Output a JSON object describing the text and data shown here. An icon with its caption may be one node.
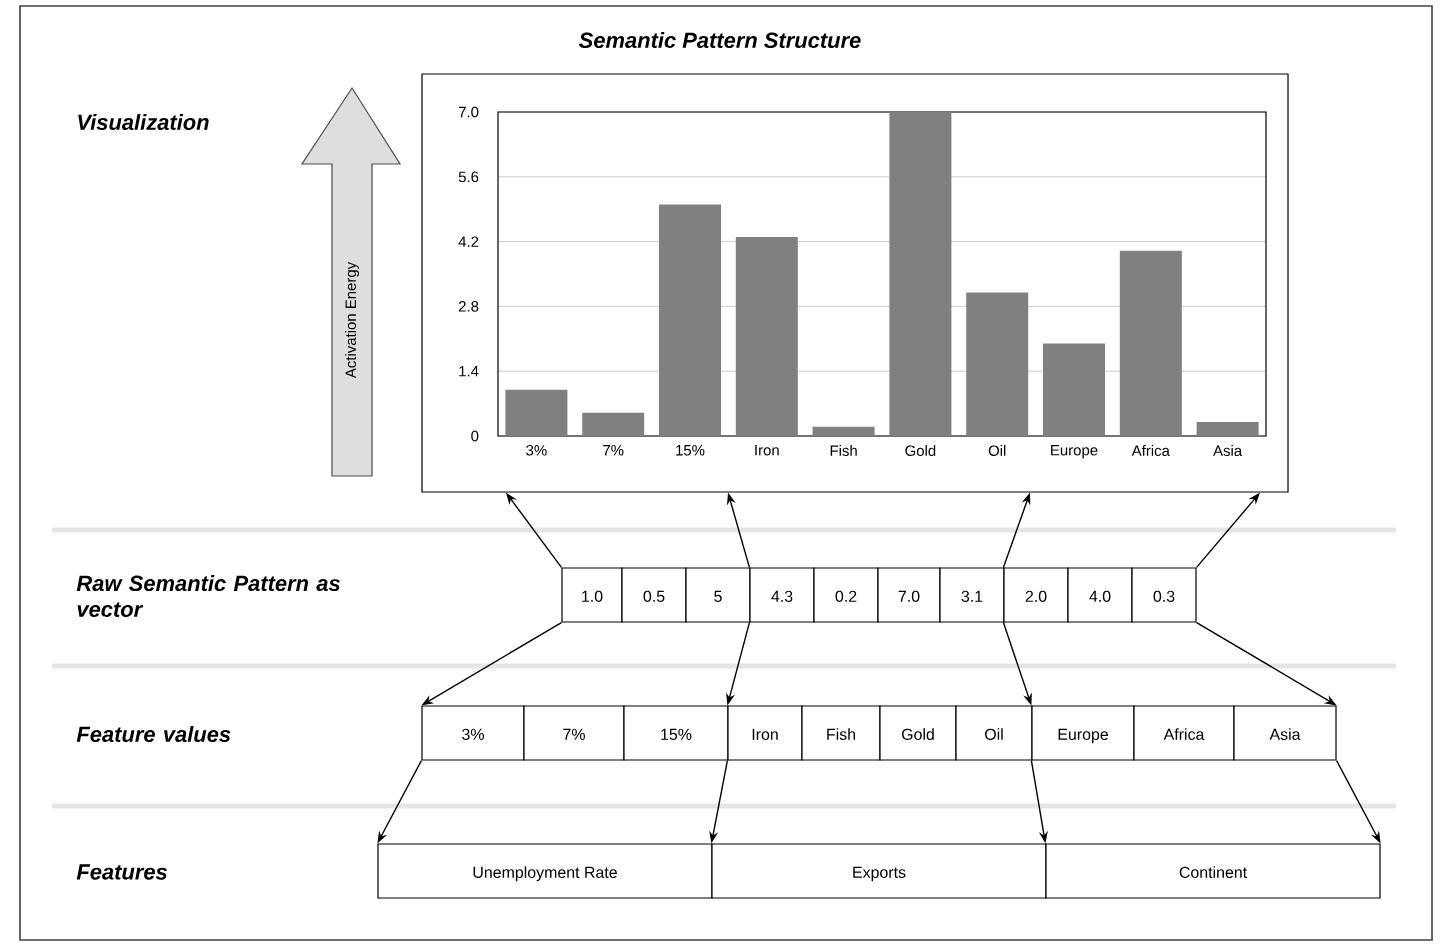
{
  "diagram": {
    "title": "Semantic Pattern Structure",
    "nodes": [
      {
        "text": [],
        "shape": "box"
      },
      {
        "text": [
          "1.0"
        ]
      },
      {
        "text": [
          "0.5"
        ]
      },
      {
        "text": [
          "5"
        ]
      },
      {
        "text": [
          "4.3"
        ]
      },
      {
        "text": [
          "0.2"
        ]
      },
      {
        "text": [
          "7.0"
        ]
      },
      {
        "text": [
          "3.1"
        ]
      },
      {
        "text": [
          "2.0"
        ]
      },
      {
        "text": [
          "4.0"
        ]
      },
      {
        "text": [
          "0.3"
        ]
      },
      {
        "text": [
          "3%"
        ]
      },
      {
        "text": [
          "7%"
        ]
      },
      {
        "text": [
          "15%"
        ]
      },
      {
        "text": [
          "Iron"
        ]
      },
      {
        "text": [
          "Fish"
        ]
      },
      {
        "text": [
          "Gold"
        ]
      },
      {
        "text": [
          "Oil"
        ]
      },
      {
        "text": [
          "Europe"
        ]
      },
      {
        "text": [
          "Africa"
        ]
      },
      {
        "text": [
          "Asia"
        ]
      },
      {
        "text": [
          "Unemployment Rate"
        ]
      },
      {
        "text": [
          "Exports"
        ]
      },
      {
        "text": [
          "Continent"
        ]
      }
    ],
    "edges": [
      {
        "from": 1,
        "to": 0,
        "arrow": "to"
      },
      {
        "from": 4,
        "to": 0,
        "arrow": "to"
      },
      {
        "from": 8,
        "to": 0,
        "arrow": "to"
      },
      {
        "from": 10,
        "to": 0,
        "arrow": "to"
      },
      {
        "from": 1,
        "to": 11,
        "arrow": "to"
      },
      {
        "from": 4,
        "to": 14,
        "arrow": "to"
      },
      {
        "from": 8,
        "to": 18,
        "arrow": "to"
      },
      {
        "from": 10,
        "to": 20,
        "arrow": "to"
      },
      {
        "from": 11,
        "to": 21,
        "arrow": "to"
      },
      {
        "from": 14,
        "to": 22,
        "arrow": "to"
      },
      {
        "from": 18,
        "to": 23,
        "arrow": "to"
      },
      {
        "from": 20,
        "to": 23,
        "arrow": "to"
      }
    ],
    "labels": [
      "Visualization",
      "Activation Energy",
      "Raw Semantic Pattern as vector",
      "Feature values",
      "Features"
    ],
    "chart_data": {
      "type": "bar",
      "categories": [
        "3%",
        "7%",
        "15%",
        "Iron",
        "Fish",
        "Gold",
        "Oil",
        "Europe",
        "Africa",
        "Asia"
      ],
      "series": [
        {
          "color": "#808080",
          "values": [
            1.0,
            0.5,
            5,
            4.3,
            0.2,
            7.0,
            3.1,
            2.0,
            4.0,
            0.3
          ]
        }
      ],
      "ylim": [
        0,
        7
      ],
      "grid": true,
      "yticks": [
        {
          "value": 0,
          "label": "0"
        },
        {
          "value": 1.4,
          "label": "1.4"
        },
        {
          "value": 2.8,
          "label": "2.8"
        },
        {
          "value": 4.2,
          "label": "4.2"
        },
        {
          "value": 5.6,
          "label": "5.6"
        },
        {
          "value": 7,
          "label": "7.0"
        }
      ]
    }
  }
}
